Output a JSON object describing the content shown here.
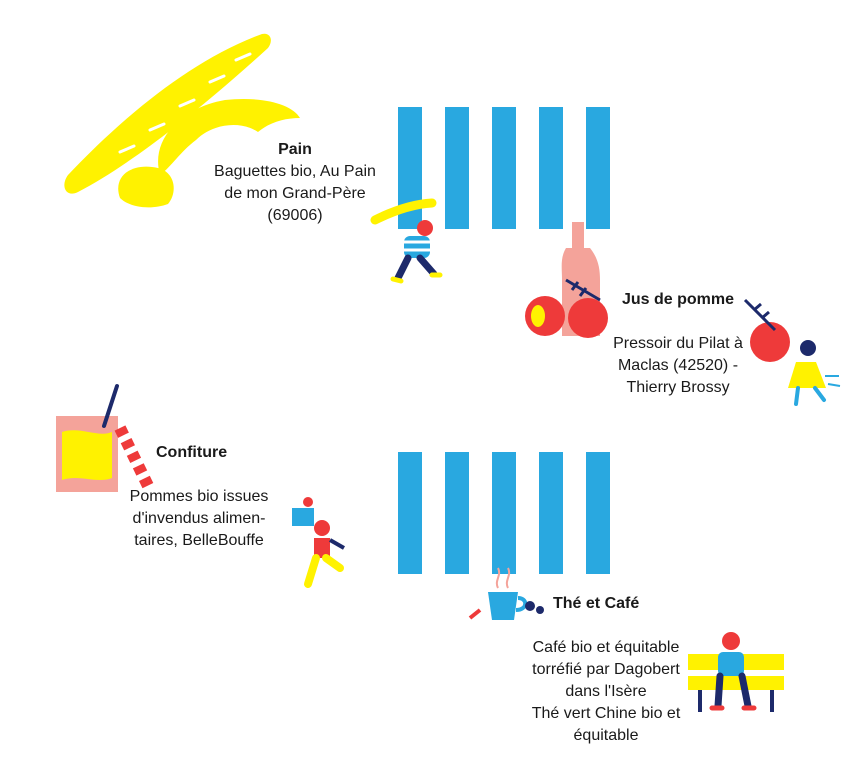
{
  "colors": {
    "yellow": "#fff200",
    "blue": "#29a8e0",
    "red": "#ee3a3a",
    "pink": "#f4a39a",
    "navy": "#1d2a6b"
  },
  "items": {
    "pain": {
      "title": "Pain",
      "body": "Baguettes bio, Au Pain\nde mon Grand-Père\n(69006)"
    },
    "jus": {
      "title": "Jus de pomme",
      "body": "Pressoir du Pilat à\nMaclas (42520) -\nThierry Brossy"
    },
    "confiture": {
      "title": "Confiture",
      "body": "Pommes bio issues\nd'invendus alimen-\ntaires, BelleBouffe"
    },
    "the": {
      "title": "Thé et Café",
      "body": "Café bio et équitable\ntorréfié par Dagobert\ndans l'Isère\nThé vert Chine bio et\néquitable"
    }
  },
  "illustrations": [
    "baguette-icon",
    "croissant-icon",
    "bottle-icon",
    "apple-icon",
    "jam-jar-icon",
    "cup-icon",
    "bench-icon",
    "person-icon"
  ]
}
